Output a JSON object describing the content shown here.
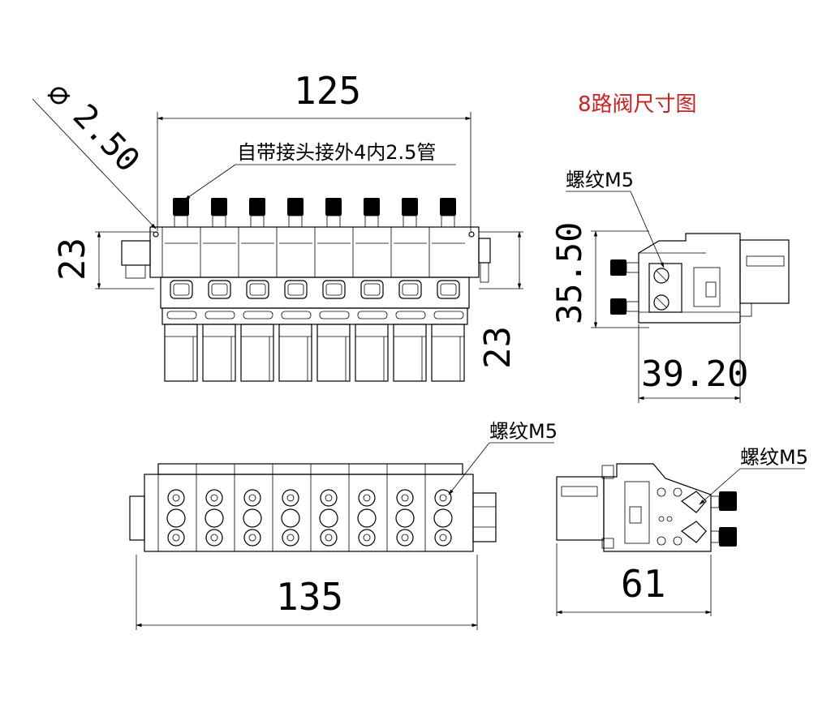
{
  "title": {
    "text": "8路阀尺寸图",
    "color": "#cc2222"
  },
  "front_view": {
    "width_label": "125",
    "diameter_label": "2.50",
    "diameter_symbol": "⌀",
    "fitting_note": "自带接头接外4内2.5管",
    "height_left_label": "23",
    "height_right_label": "23",
    "valve_count": 8
  },
  "side_view_top": {
    "thread_label": "螺纹M5",
    "height_label": "35.50",
    "depth_label": "39.20"
  },
  "bottom_view": {
    "thread_label": "螺纹M5",
    "length_label": "135"
  },
  "side_view_bottom": {
    "thread_label": "螺纹M5",
    "depth_label": "61"
  }
}
